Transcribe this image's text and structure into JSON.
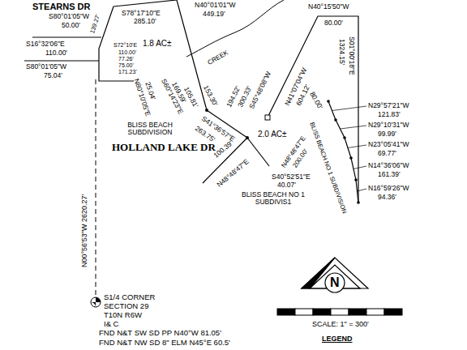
{
  "diagram": {
    "labels": [
      "STEARNS DR",
      "S80°01'05\"W",
      "50.00'",
      "139.27'",
      "S78°17'10\"E",
      "285.10'",
      "N40°01'01\"W",
      "449.19'",
      "1.8 AC±",
      "CREEK",
      "S16°32'06\"E",
      "110.00'",
      "S80°01'05\"W",
      "75.04'",
      "S72°10'E",
      "110.00'",
      "77.26'",
      "75.00'",
      "171.23'",
      "N80°10'05\"E",
      "25.04'",
      "S60°14'23\"E",
      "169.59'",
      "105.81'",
      "153.30'",
      "194.52'",
      "300.33'",
      "N41°07'04\"W",
      "S45°48'08\"W",
      "604.12'",
      "N40°15'50\"W",
      "80.00'",
      "S01°00'18\"E",
      "1324.15'",
      "S41°36'57\"E",
      "263.75'",
      "2.0 AC±",
      "80.00'",
      "N29°57'21\"W",
      "121.83'",
      "N29°10'31\"W",
      "99.99'",
      "N23°05'41\"W",
      "69.77'",
      "N14°36'06\"W",
      "161.39'",
      "N16°59'26\"W",
      "94.36'",
      "BLISS BEACH SUBDIVISION",
      "HOLLAND LAKE DR",
      "100.39'",
      "N48°48'47\"E",
      "S40°52'51\"E",
      "40.07'",
      "N48°48'47\"E",
      "200.00'",
      "BLISS BEACH NO 1 SUBDIVISION",
      "BLISS BEACH NO 1 SUBDIVIS1",
      "N00°56'53\"W 2620.27'",
      "S1/4 CORNER",
      "SECTION 29",
      "T10N R6W",
      "I& C",
      "FND N&T SW SD PP N40°W 81.05'",
      "FND N&T NW SD 8\" ELM N45°E 60.5'",
      "N",
      "SCALE: 1\" = 300'",
      "LEGEND"
    ]
  }
}
